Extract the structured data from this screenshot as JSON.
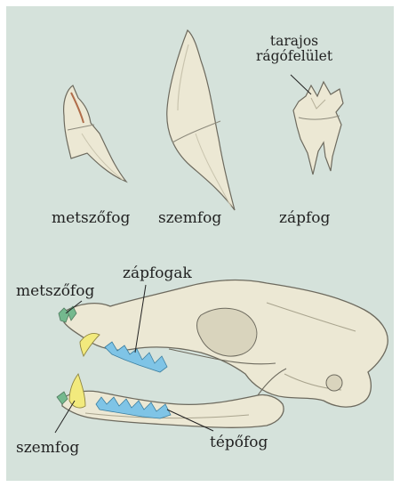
{
  "tooth_labels": {
    "incisor": "metszőfog",
    "canine": "szemfog",
    "molar": "zápfog",
    "molar_surface": "tarajos\nrágófelület"
  },
  "skull_labels": {
    "incisor": "metszőfog",
    "molars": "zápfogak",
    "canine": "szemfog",
    "carnassial": "tépőfog"
  },
  "colors": {
    "background": "#d5e2db",
    "bone": "#ece8d4",
    "outline": "#6d6a5e",
    "incisor_tint": "#74b98e",
    "canine_tint": "#f2ea7d",
    "molar_tint": "#7fc4e6"
  }
}
